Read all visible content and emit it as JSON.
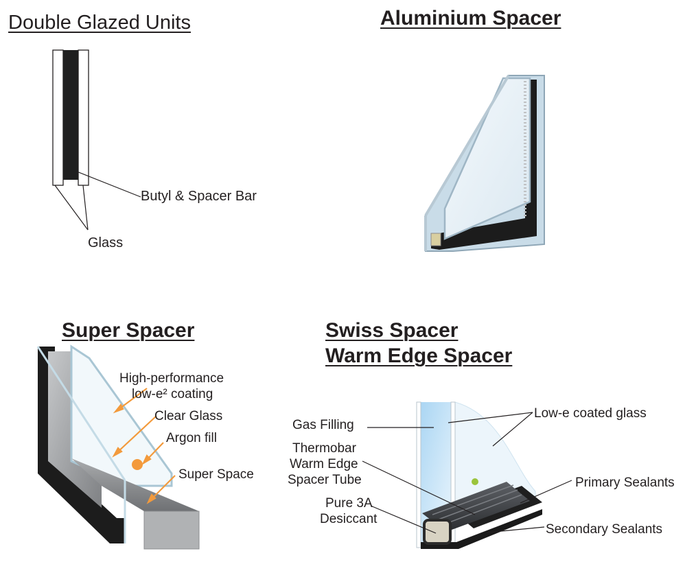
{
  "titles": {
    "double_glazed": "Double Glazed Units",
    "aluminium": "Aluminium Spacer",
    "super_spacer": "Super Spacer",
    "swiss_line1": "Swiss Spacer",
    "swiss_line2": "Warm Edge Spacer"
  },
  "double_glazed": {
    "butyl_label": "Butyl & Spacer Bar",
    "glass_label": "Glass"
  },
  "super_spacer": {
    "coating_line1": "High-performance",
    "coating_line2": "low-e² coating",
    "clear_glass": "Clear Glass",
    "argon_fill": "Argon fill",
    "super_space": "Super Space"
  },
  "swiss_spacer": {
    "gas_filling": "Gas Filling",
    "lowe_glass": "Low-e coated glass",
    "tube_line1": "Thermobar",
    "tube_line2": "Warm Edge",
    "tube_line3": "Spacer Tube",
    "primary_sealants": "Primary Sealants",
    "desiccant_line1": "Pure 3A",
    "desiccant_line2": "Desiccant",
    "secondary_sealants": "Secondary Sealants"
  },
  "colors": {
    "text": "#231f20",
    "sealant": "#1a1a1a",
    "glass_edge": "#9fb3c0",
    "glass_fill": "#e8f1f7",
    "swiss_glass_blue": "#bfe0f7",
    "arrow_orange": "#f39a3c",
    "spacer_grey": "#9a9b9c"
  }
}
